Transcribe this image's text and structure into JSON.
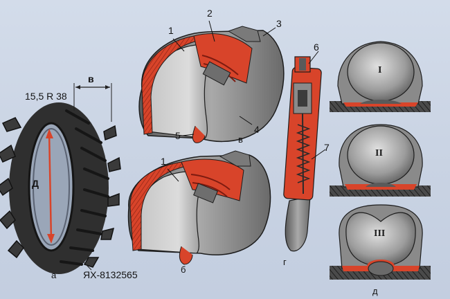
{
  "tire_size": "15,5 R 38",
  "dim_width": "в",
  "dim_diameter": "Д",
  "serial": "ЯХ-8132565",
  "numbers": {
    "n1a": "1",
    "n2": "2",
    "n3": "3",
    "n4": "4",
    "n5": "5",
    "n1b": "1",
    "n6": "6",
    "n7": "7"
  },
  "letters": {
    "a": "а",
    "b": "б",
    "v": "в",
    "g": "г",
    "d": "д"
  },
  "roman": [
    "I",
    "II",
    "III"
  ],
  "colors": {
    "rubber": "#8f8f8f",
    "cord": "#d8442a",
    "background": "#ccd6e6"
  }
}
